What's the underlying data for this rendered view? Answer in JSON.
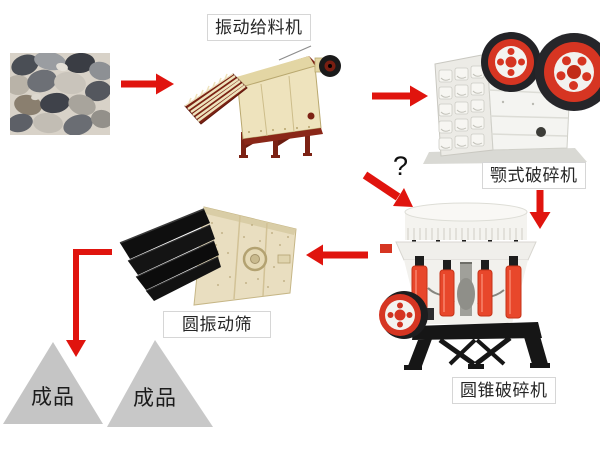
{
  "labels": {
    "feeder": "振动给料机",
    "jaw_crusher": "颚式破碎机",
    "cone_crusher": "圆锥破碎机",
    "screen": "圆振动筛",
    "product_left": "成品",
    "product_right": "成品",
    "question": "?"
  },
  "flow": [
    {
      "from": "raw-material-stones",
      "to": "vibrating-feeder"
    },
    {
      "from": "vibrating-feeder",
      "to": "jaw-crusher"
    },
    {
      "from": "jaw-crusher",
      "to": "cone-crusher"
    },
    {
      "from": "unlabeled-branch",
      "to": "cone-crusher",
      "label": "?"
    },
    {
      "from": "cone-crusher",
      "to": "vibrating-screen"
    },
    {
      "from": "vibrating-screen",
      "to": "finished-product"
    }
  ],
  "colors": {
    "arrow": "#e0140e",
    "product_triangle": "#c5c5c5",
    "label_border": "#d6d6d6",
    "machine_cream": "#eee3bd",
    "machine_maroon": "#7c2214",
    "flywheel_red": "#d63522",
    "frame_black": "#161616",
    "background": "#ffffff"
  }
}
